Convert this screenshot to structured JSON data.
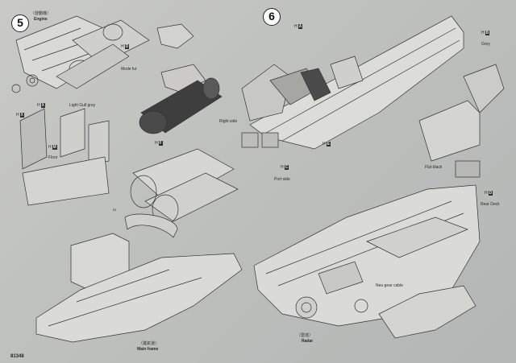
{
  "steps": {
    "left": "5",
    "right": "6"
  },
  "left_step": {
    "engine_label_cn": "（發動機）",
    "engine_label_en": "Engine",
    "code_d1": {
      "h": "H",
      "code": "D"
    },
    "code_f": {
      "h": "H",
      "code": "F"
    },
    "code_x1": {
      "h": "H",
      "code": "X"
    },
    "code_x2": {
      "h": "H",
      "code": "X"
    },
    "code_m": {
      "h": "H",
      "code": "M"
    },
    "mode_fur": "Mode fur",
    "white_grey": "Light Gull grey",
    "right_label": "Right side",
    "floor": "Floor",
    "intake_cn": "（進氣道）",
    "main_frame": "Main frame",
    "part_b": "B1",
    "footer": "81348"
  },
  "right_step": {
    "code_a": {
      "h": "H",
      "code": "A"
    },
    "code_b": {
      "h": "H",
      "code": "B"
    },
    "code_c": {
      "h": "H",
      "code": "C"
    },
    "code_d": {
      "h": "H",
      "code": "D"
    },
    "code_e": {
      "h": "H",
      "code": "E"
    },
    "grey_label": "Grey",
    "port_label": "Port side",
    "rear_label": "Rear Deck",
    "no_part": "Neu gear cable",
    "radar_cn": "（雷達）",
    "radar": "Radar",
    "flat_label": "Flat black"
  }
}
